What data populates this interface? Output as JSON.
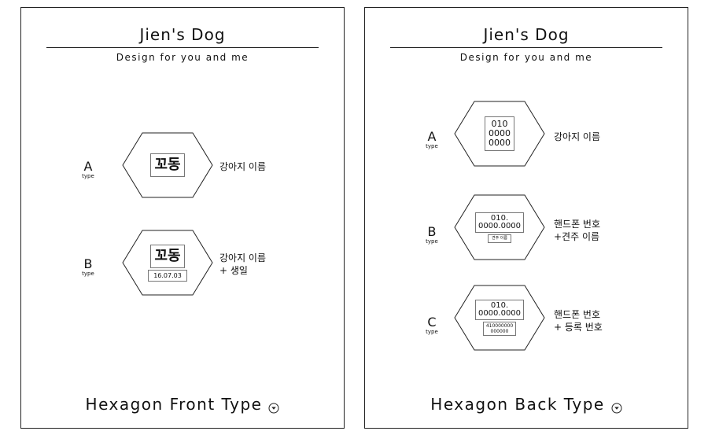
{
  "front": {
    "brand": "Jien's Dog",
    "tagline": "Design for you and me",
    "rows": [
      {
        "type_letter": "A",
        "type_sub": "type",
        "name": "꼬동",
        "description": [
          "강아지 이름"
        ]
      },
      {
        "type_letter": "B",
        "type_sub": "type",
        "name": "꼬동",
        "birthday": "16.07.03",
        "description": [
          "강아지 이름",
          "+ 생일"
        ]
      }
    ],
    "footer": "Hexagon Front Type",
    "footer_icon": "circled-chevron-down-icon"
  },
  "back": {
    "brand": "Jien's Dog",
    "tagline": "Design for you and me",
    "rows": [
      {
        "type_letter": "A",
        "type_sub": "type",
        "phone_lines": [
          "010",
          "0000",
          "0000"
        ],
        "description": [
          "강아지 이름"
        ]
      },
      {
        "type_letter": "B",
        "type_sub": "type",
        "phone_lines": [
          "010.",
          "0000.0000"
        ],
        "owner": "견주 이름",
        "description": [
          "핸드폰 번호",
          "+견주 이름"
        ]
      },
      {
        "type_letter": "C",
        "type_sub": "type",
        "phone_lines": [
          "010.",
          "0000.0000"
        ],
        "registration_lines": [
          "410000000",
          "000000"
        ],
        "description": [
          "핸드폰 번호",
          "+ 등록 번호"
        ]
      }
    ],
    "footer": "Hexagon Back Type",
    "footer_icon": "circled-chevron-down-icon"
  }
}
